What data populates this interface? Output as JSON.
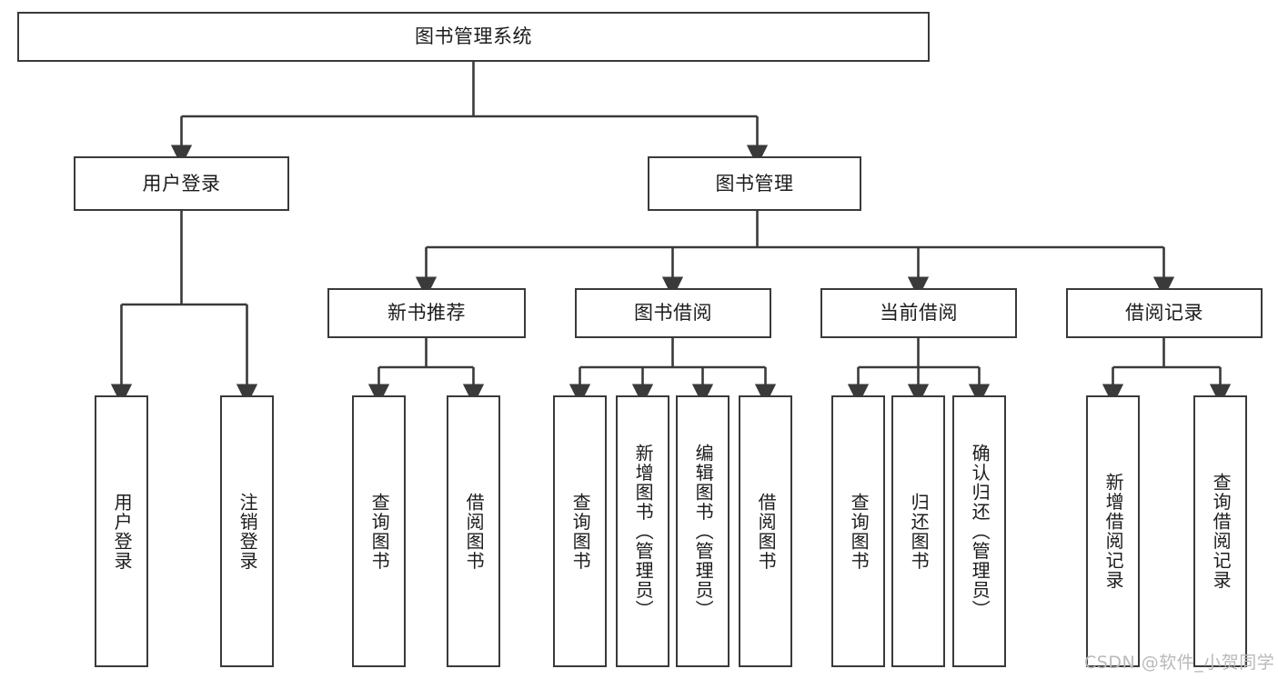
{
  "diagram": {
    "title_node": {
      "label": "图书管理系统"
    },
    "level2": [
      {
        "id": "user-login",
        "label": "用户登录"
      },
      {
        "id": "book-management",
        "label": "图书管理"
      }
    ],
    "level3": [
      {
        "id": "new-book-recommend",
        "label": "新书推荐"
      },
      {
        "id": "book-borrow",
        "label": "图书借阅"
      },
      {
        "id": "current-borrow",
        "label": "当前借阅"
      },
      {
        "id": "borrow-record",
        "label": "借阅记录"
      }
    ],
    "leaves": [
      {
        "id": "leaf-user-login",
        "label": "用户登录"
      },
      {
        "id": "leaf-logout-login",
        "label": "注销登录"
      },
      {
        "id": "leaf-query-book-1",
        "label": "查询图书"
      },
      {
        "id": "leaf-borrow-book-1",
        "label": "借阅图书"
      },
      {
        "id": "leaf-query-book-2",
        "label": "查询图书"
      },
      {
        "id": "leaf-add-book",
        "label": "新增图书（管理员）"
      },
      {
        "id": "leaf-edit-book",
        "label": "编辑图书（管理员）"
      },
      {
        "id": "leaf-borrow-book-2",
        "label": "借阅图书"
      },
      {
        "id": "leaf-query-book-3",
        "label": "查询图书"
      },
      {
        "id": "leaf-return-book",
        "label": "归还图书"
      },
      {
        "id": "leaf-confirm-return",
        "label": "确认归还（管理员）"
      },
      {
        "id": "leaf-add-borrow-record",
        "label": "新增借阅记录"
      },
      {
        "id": "leaf-query-borrow-record",
        "label": "查询借阅记录"
      }
    ],
    "watermark": "CSDN @软件_小贺同学",
    "colors": {
      "stroke": "#3a3a3a",
      "text": "#1c1c1c",
      "background": "#ffffff",
      "watermark": "#b9b9b9"
    }
  }
}
